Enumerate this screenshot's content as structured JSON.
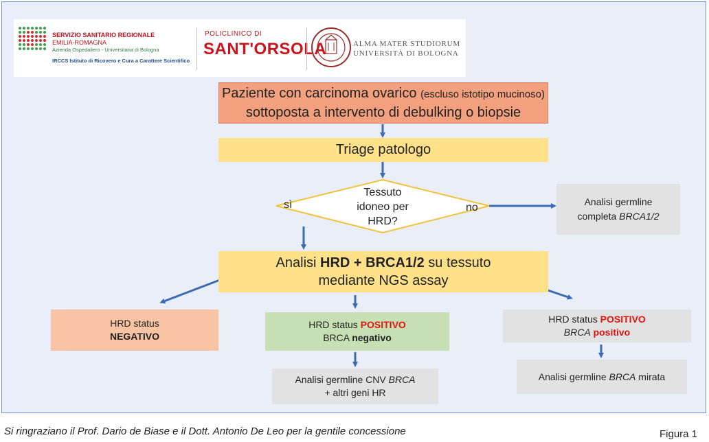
{
  "logos": {
    "ssr_line1": "SERVIZIO SANITARIO REGIONALE",
    "ssr_line2": "EMILIA-ROMAGNA",
    "ssr_line3": "Azienda Ospedaliero - Universitaria di Bologna",
    "ssr_line4": "IRCCS Istituto di Ricovero e Cura a Carattere Scientifico",
    "policlinico_small": "POLICLINICO DI",
    "policlinico_big": "SANT'ORSOLA",
    "alma_line1": "ALMA MATER STUDIORUM",
    "alma_line2": "UNIVERSITÀ DI BOLOGNA"
  },
  "nodes": {
    "start": {
      "line1_a": "Paziente con carcinoma ovarico",
      "line1_b": "(escluso istotipo mucinoso)",
      "line2": "sottoposta a intervento di debulking o biopsie"
    },
    "triage": {
      "label": "Triage patologo"
    },
    "decision": {
      "line1": "Tessuto",
      "line2": "idoneo per",
      "line3": "HRD?"
    },
    "germline_complete": {
      "line1": "Analisi germline",
      "line2_a": "completa ",
      "line2_b": "BRCA1/2"
    },
    "analysis": {
      "a": "Analisi ",
      "b": "HRD + BRCA1/2",
      "c": " su tessuto",
      "line2": "mediante NGS assay"
    },
    "hrd_negative": {
      "line1": "HRD status",
      "line2": "NEGATIVO"
    },
    "hrd_pos_brca_neg": {
      "line1_a": "HRD status ",
      "line1_b": "POSITIVO",
      "line2_a": "BRCA ",
      "line2_b": "negativo"
    },
    "hrd_pos_brca_pos": {
      "line1_a": "HRD status ",
      "line1_b": "POSITIVO",
      "line2_a": "BRCA",
      "line2_b": " positivo"
    },
    "germline_cnv": {
      "line1_a": "Analisi germline CNV ",
      "line1_b": "BRCA",
      "line2": "+ altri geni HR"
    },
    "germline_targeted": {
      "a": "Analisi germline ",
      "b": "BRCA",
      "c": " mirata"
    }
  },
  "edge_labels": {
    "yes": "sì",
    "no": "no"
  },
  "footer": {
    "note": "Si ringraziano il Prof. Dario de Biase e il Dott. Antonio De Leo per la gentile concessione",
    "figure": "Figura 1"
  },
  "colors": {
    "arrow": "#3d6bb3",
    "orange": "#f2a07e",
    "yellow": "#ffe18a",
    "green": "#c6e0b4",
    "grey": "#e2e2e2",
    "red": "#e3140f"
  }
}
